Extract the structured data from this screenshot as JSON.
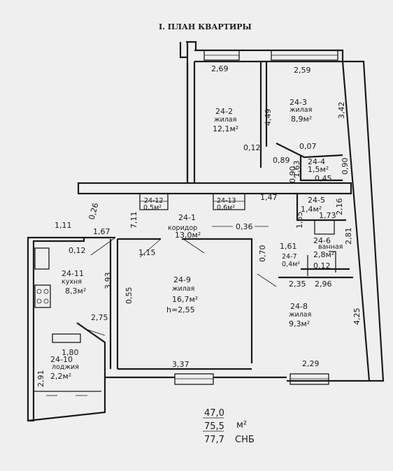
{
  "title": "I. ПЛАН КВАРТИРЫ",
  "rooms": [
    {
      "id": "24-2",
      "type": "жилая",
      "area": "12,1м²"
    },
    {
      "id": "24-3",
      "type": "жилая",
      "area": "8,9м²"
    },
    {
      "id": "24-4",
      "area": "1,5м²"
    },
    {
      "id": "24-12",
      "area": "0,5м²"
    },
    {
      "id": "24-13",
      "area": "0,6м²"
    },
    {
      "id": "24-5",
      "area": "1,4м²"
    },
    {
      "id": "24-1",
      "type": "коридор",
      "area": "13,0м²"
    },
    {
      "id": "24-6",
      "type": "ванная",
      "area": "2,8м²"
    },
    {
      "id": "24-7",
      "area": "0,4м²"
    },
    {
      "id": "24-11",
      "type": "кухня",
      "area": "8,3м²"
    },
    {
      "id": "24-9",
      "type": "жилая",
      "area": "16,7м²",
      "height": "h=2,55"
    },
    {
      "id": "24-8",
      "type": "жилая",
      "area": "9,3м²"
    },
    {
      "id": "24-10",
      "type": "лоджия",
      "area": "2,2м²"
    }
  ],
  "dimensions": [
    "2,69",
    "2,59",
    "4,49",
    "3,42",
    "0,12",
    "0,07",
    "0,89",
    "0,90",
    "0,90",
    "1,63",
    "0,45",
    "1,47",
    "0,26",
    "1,11",
    "1,67",
    "7,11",
    "0,36",
    "2,16",
    "1,55",
    "1,73",
    "2,81",
    "0,12",
    "1,15",
    "0,70",
    "1,61",
    "0,12",
    "2,35",
    "2,96",
    "3,93",
    "0,55",
    "2,75",
    "4,25",
    "3,37",
    "2,29",
    "1,80",
    "2,91"
  ],
  "totals": {
    "line1": "47,0",
    "line2": "75,5",
    "unit2": "м²",
    "line3": "77,7",
    "unit3": "СНБ"
  }
}
